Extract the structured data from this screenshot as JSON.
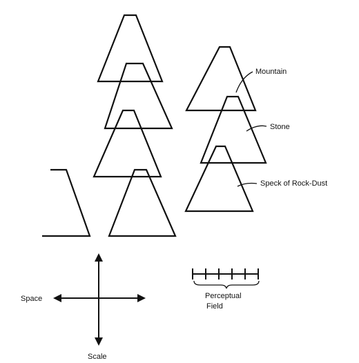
{
  "labels": {
    "mountain": "Mountain",
    "stone": "Stone",
    "speck": "Speck of Rock-Dust",
    "space": "Space",
    "scale": "Scale",
    "perceptual_line1": "Perceptual",
    "perceptual_line2": "Field"
  },
  "colors": {
    "ink": "#111111",
    "background": "#ffffff"
  }
}
